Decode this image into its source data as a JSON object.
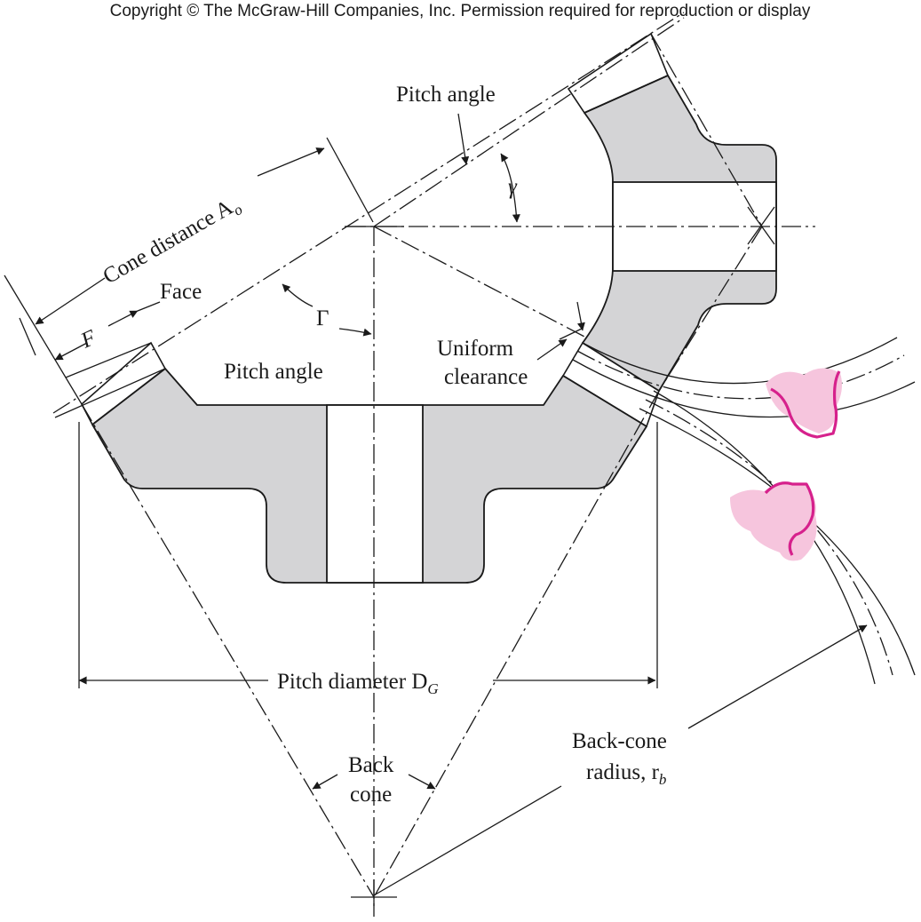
{
  "copyright": "Copyright © The McGraw-Hill Companies, Inc. Permission required for reproduction or display",
  "labels": {
    "pitch_angle_top": "Pitch angle",
    "gamma": "γ",
    "cone_distance": "Cone distance A",
    "cone_distance_sub": "o",
    "face": "Face",
    "face_symbol": "F",
    "gamma_upper": "Γ",
    "pitch_angle_lower": "Pitch angle",
    "uniform_1": "Uniform",
    "uniform_2": "clearance",
    "pitch_diameter": "Pitch diameter D",
    "pitch_diameter_sub": "G",
    "back_cone_1": "Back",
    "back_cone_2": "cone",
    "back_cone_radius_1": "Back-cone",
    "back_cone_radius_2": "radius, r",
    "back_cone_radius_sub": "b"
  },
  "colors": {
    "gear_body": "#d4d4d6",
    "tooth_highlight": "#f6c5dd",
    "tooth_outline": "#d6218c",
    "line": "#1a1a1a"
  }
}
